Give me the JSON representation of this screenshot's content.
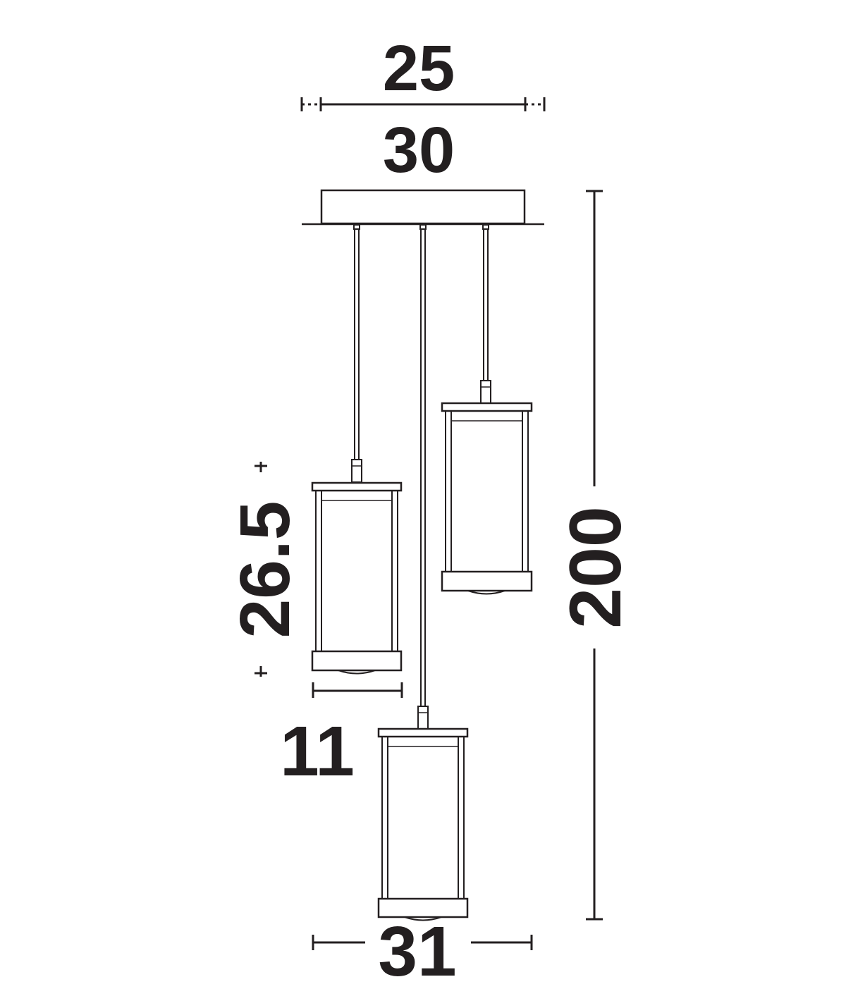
{
  "dimensions": {
    "canopy_width": "25",
    "canopy_plate_width": "30",
    "max_height": "200",
    "shade_height": "26.5",
    "shade_diameter": "11",
    "cluster_diameter": "31"
  },
  "colors": {
    "line": "#231f20",
    "background": "#ffffff"
  }
}
